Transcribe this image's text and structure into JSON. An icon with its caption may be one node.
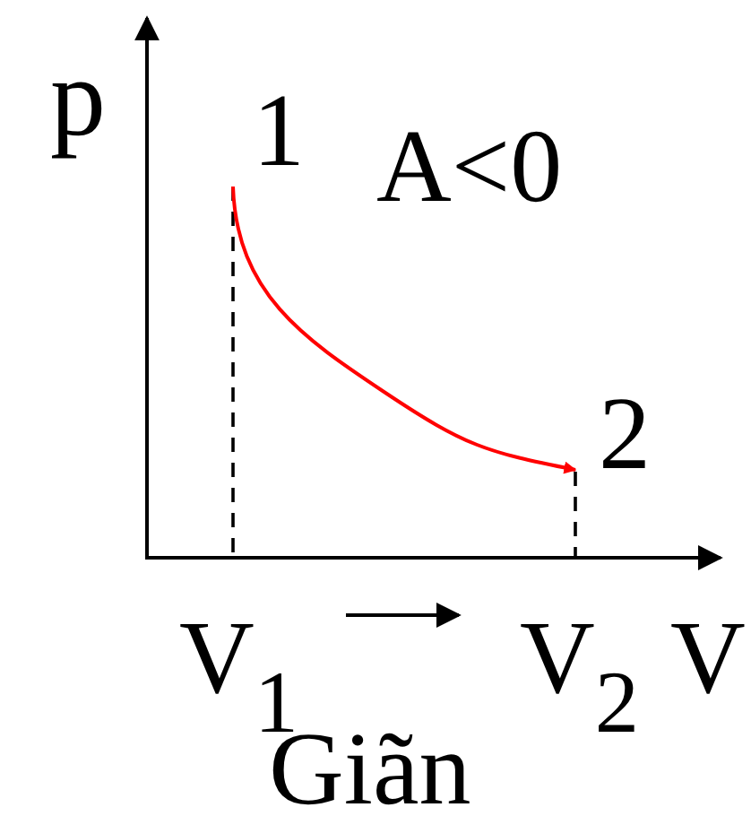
{
  "diagram": {
    "nodes": [
      {
        "text": [
          "1"
        ]
      },
      {
        "text": [
          "2"
        ]
      }
    ],
    "edges": [
      {
        "from": 0,
        "to": 1,
        "arrow": "to",
        "color": "#ff0000"
      }
    ],
    "labels": [
      "p",
      "A<0",
      "V$_{1}$",
      "V$_{2}$",
      "V",
      "Giãn"
    ]
  }
}
